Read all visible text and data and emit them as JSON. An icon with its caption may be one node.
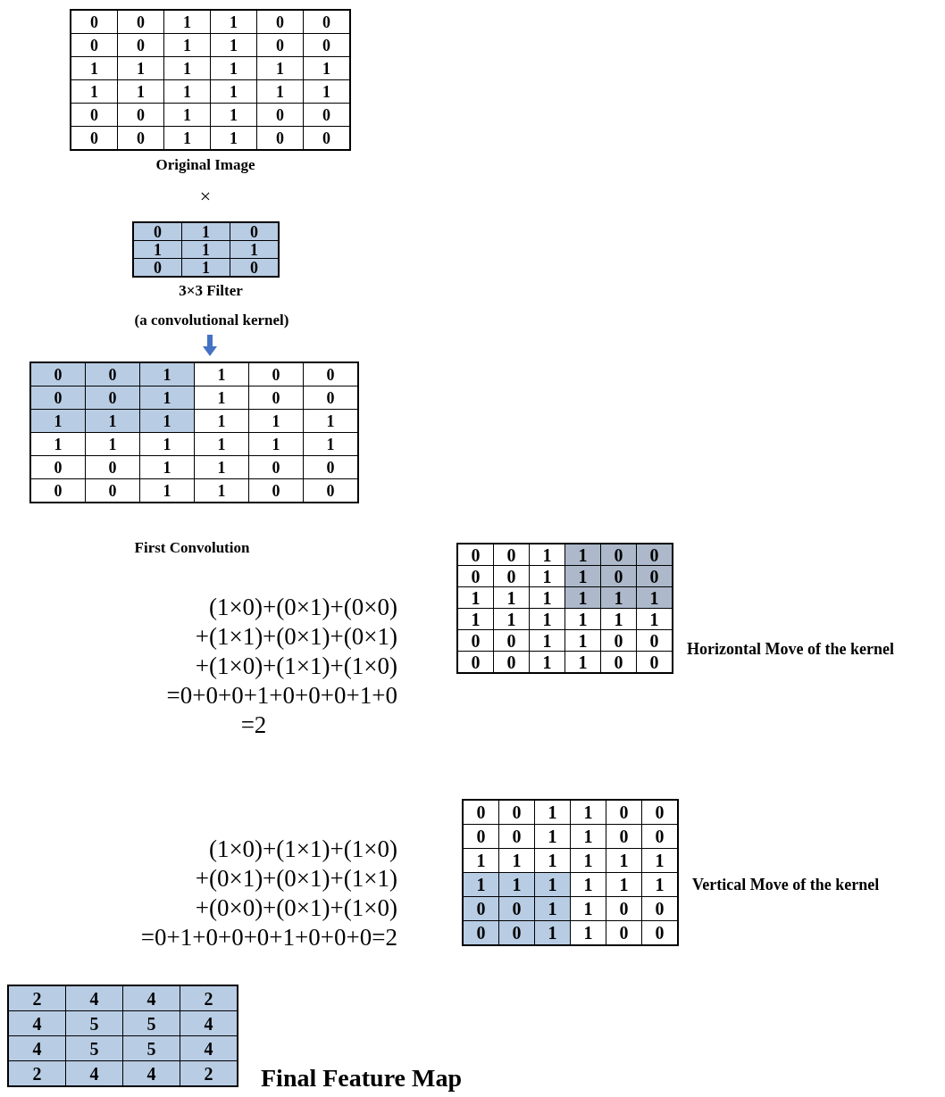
{
  "diagram": {
    "labels": [
      "0",
      "0",
      "1",
      "1",
      "0",
      "0",
      "0",
      "0",
      "1",
      "1",
      "0",
      "0",
      "1",
      "1",
      "1",
      "1",
      "1",
      "1",
      "1",
      "1",
      "1",
      "1",
      "1",
      "1",
      "0",
      "0",
      "1",
      "1",
      "0",
      "0",
      "0",
      "0",
      "1",
      "1",
      "0",
      "0",
      "Original Image",
      "×",
      "0",
      "1",
      "0",
      "1",
      "1",
      "1",
      "0",
      "1",
      "0",
      "3×3 Filter",
      "(a convolutional kernel)",
      "0",
      "0",
      "1",
      "1",
      "0",
      "0",
      "0",
      "0",
      "1",
      "1",
      "0",
      "0",
      "1",
      "1",
      "1",
      "1",
      "1",
      "1",
      "1",
      "1",
      "1",
      "1",
      "1",
      "1",
      "0",
      "0",
      "1",
      "1",
      "0",
      "0",
      "0",
      "0",
      "1",
      "1",
      "0",
      "0",
      "First Convolution",
      "(1×0)+(0×1)+(0×0)",
      "+(1×1)+(0×1)+(0×1)",
      "+(1×0)+(1×1)+(1×0)",
      "=0+0+0+1+0+0+0+1+0",
      "=2",
      "0",
      "0",
      "1",
      "1",
      "0",
      "0",
      "0",
      "0",
      "1",
      "1",
      "0",
      "0",
      "1",
      "1",
      "1",
      "1",
      "1",
      "1",
      "1",
      "1",
      "1",
      "1",
      "1",
      "1",
      "0",
      "0",
      "1",
      "1",
      "0",
      "0",
      "0",
      "0",
      "1",
      "1",
      "0",
      "0",
      "Horizontal Move of the kernel",
      "(1×0)+(1×1)+(1×0)",
      "+(0×1)+(0×1)+(1×1)",
      "+(0×0)+(0×1)+(1×0)",
      "=0+1+0+0+0+1+0+0+0=2",
      "0",
      "0",
      "1",
      "1",
      "0",
      "0",
      "0",
      "0",
      "1",
      "1",
      "0",
      "0",
      "1",
      "1",
      "1",
      "1",
      "1",
      "1",
      "1",
      "1",
      "1",
      "1",
      "1",
      "1",
      "0",
      "0",
      "1",
      "1",
      "0",
      "0",
      "0",
      "0",
      "1",
      "1",
      "0",
      "0",
      "Vertical Move of the kernel",
      "2",
      "4",
      "4",
      "2",
      "4",
      "5",
      "5",
      "4",
      "4",
      "5",
      "5",
      "4",
      "2",
      "4",
      "4",
      "2",
      "Final Feature Map"
    ]
  }
}
